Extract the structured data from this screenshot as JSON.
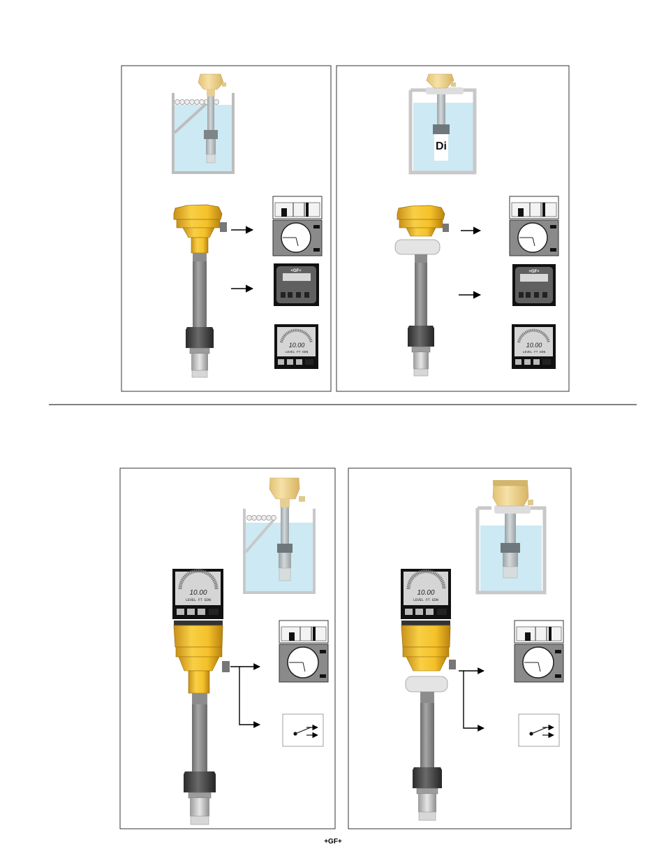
{
  "footer": {
    "logo_text": "+GF+"
  },
  "devices": {
    "display_brand": "+GF+",
    "lcd_value": "10.00",
    "lcd_caption": "LEVEL  FT  EDN",
    "lcd_unit": "FT"
  },
  "colors": {
    "water": "#cde9f3",
    "tank_wall": "#c8c8c8",
    "sensor_yellow": "#f5c12a",
    "pipe_gray": "#8e8e8e",
    "panel_border": "#333333"
  }
}
